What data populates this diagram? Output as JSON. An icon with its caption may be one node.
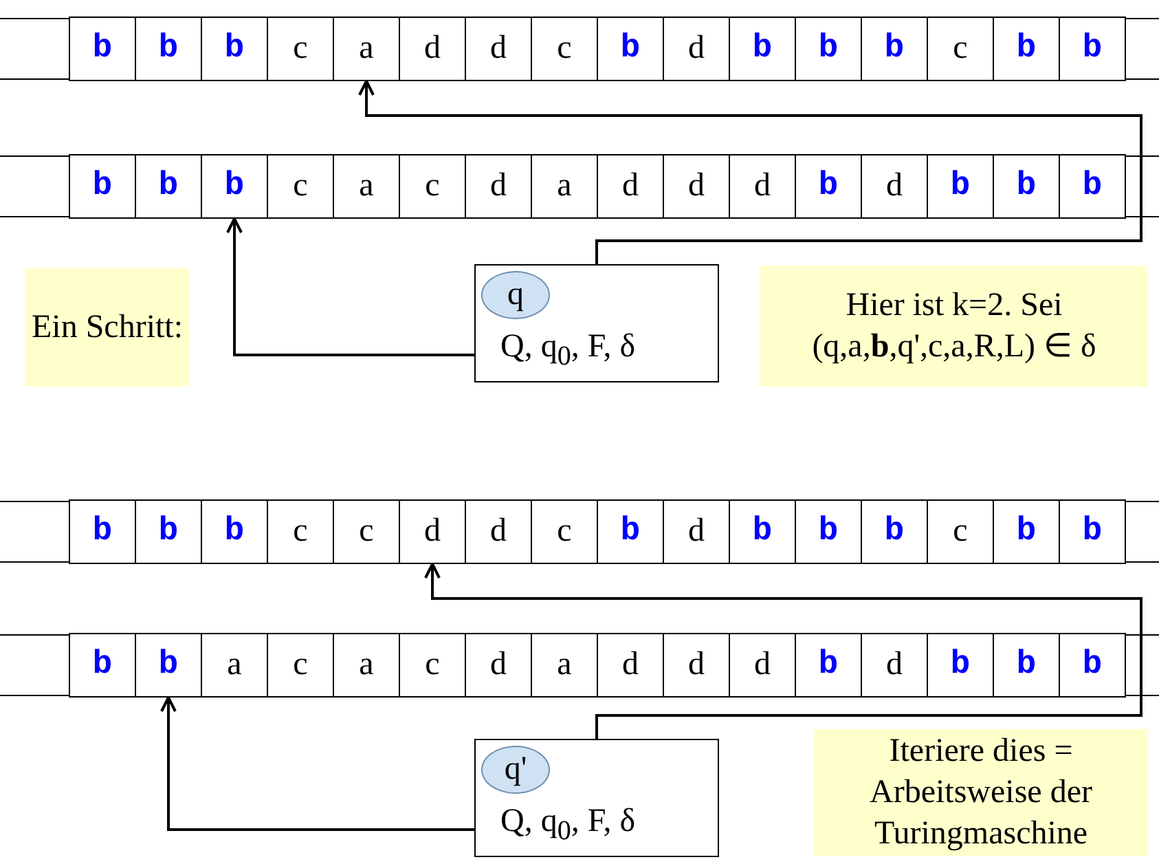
{
  "diagram": {
    "nodes": [
      {
        "text": [
          "b"
        ]
      },
      {
        "text": [
          "b"
        ]
      },
      {
        "text": [
          "b"
        ]
      },
      {
        "text": [
          "c"
        ]
      },
      {
        "text": [
          "a"
        ]
      },
      {
        "text": [
          "d"
        ]
      },
      {
        "text": [
          "d"
        ]
      },
      {
        "text": [
          "c"
        ]
      },
      {
        "text": [
          "b"
        ]
      },
      {
        "text": [
          "d"
        ]
      },
      {
        "text": [
          "b"
        ]
      },
      {
        "text": [
          "b"
        ]
      },
      {
        "text": [
          "b"
        ]
      },
      {
        "text": [
          "c"
        ]
      },
      {
        "text": [
          "b"
        ]
      },
      {
        "text": [
          "b"
        ]
      },
      {
        "text": [
          "b"
        ]
      },
      {
        "text": [
          "b"
        ]
      },
      {
        "text": [
          "b"
        ]
      },
      {
        "text": [
          "c"
        ]
      },
      {
        "text": [
          "a"
        ]
      },
      {
        "text": [
          "c"
        ]
      },
      {
        "text": [
          "d"
        ]
      },
      {
        "text": [
          "a"
        ]
      },
      {
        "text": [
          "d"
        ]
      },
      {
        "text": [
          "d"
        ]
      },
      {
        "text": [
          "d"
        ]
      },
      {
        "text": [
          "b"
        ]
      },
      {
        "text": [
          "d"
        ]
      },
      {
        "text": [
          "b"
        ]
      },
      {
        "text": [
          "b"
        ]
      },
      {
        "text": [
          "b"
        ]
      },
      {
        "text": [
          "Ein Schritt:"
        ]
      },
      {
        "text": [
          "Q, q$_{0}$, F, δ"
        ]
      },
      {
        "text": [
          "q"
        ],
        "in": 33
      },
      {
        "text": [
          "Hier ist k=2. Sei (q,a,**b**,q',c,a,R,L) ∈ δ"
        ]
      },
      {
        "text": [
          "b"
        ]
      },
      {
        "text": [
          "b"
        ]
      },
      {
        "text": [
          "b"
        ]
      },
      {
        "text": [
          "c"
        ]
      },
      {
        "text": [
          "c"
        ]
      },
      {
        "text": [
          "d"
        ]
      },
      {
        "text": [
          "d"
        ]
      },
      {
        "text": [
          "c"
        ]
      },
      {
        "text": [
          "b"
        ]
      },
      {
        "text": [
          "d"
        ]
      },
      {
        "text": [
          "b"
        ]
      },
      {
        "text": [
          "b"
        ]
      },
      {
        "text": [
          "b"
        ]
      },
      {
        "text": [
          "c"
        ]
      },
      {
        "text": [
          "b"
        ]
      },
      {
        "text": [
          "b"
        ]
      },
      {
        "text": [
          "b"
        ]
      },
      {
        "text": [
          "b"
        ]
      },
      {
        "text": [
          "a"
        ]
      },
      {
        "text": [
          "c"
        ]
      },
      {
        "text": [
          "a"
        ]
      },
      {
        "text": [
          "c"
        ]
      },
      {
        "text": [
          "d"
        ]
      },
      {
        "text": [
          "a"
        ]
      },
      {
        "text": [
          "d"
        ]
      },
      {
        "text": [
          "d"
        ]
      },
      {
        "text": [
          "d"
        ]
      },
      {
        "text": [
          "b"
        ]
      },
      {
        "text": [
          "d"
        ]
      },
      {
        "text": [
          "b"
        ]
      },
      {
        "text": [
          "b"
        ]
      },
      {
        "text": [
          "b"
        ]
      },
      {
        "text": [
          "Q, q$_{0}$, F, δ"
        ]
      },
      {
        "text": [
          "q'"
        ],
        "in": 68
      },
      {
        "text": [
          "Iteriere dies = Arbeitsweise der Turingmaschine"
        ]
      }
    ],
    "edges": [
      {
        "from": 33,
        "to": 4,
        "arrow": "to"
      },
      {
        "from": 33,
        "to": 18,
        "arrow": "to"
      },
      {
        "from": 68,
        "to": 41,
        "arrow": "to"
      },
      {
        "from": 68,
        "to": 53,
        "arrow": "to"
      }
    ]
  }
}
